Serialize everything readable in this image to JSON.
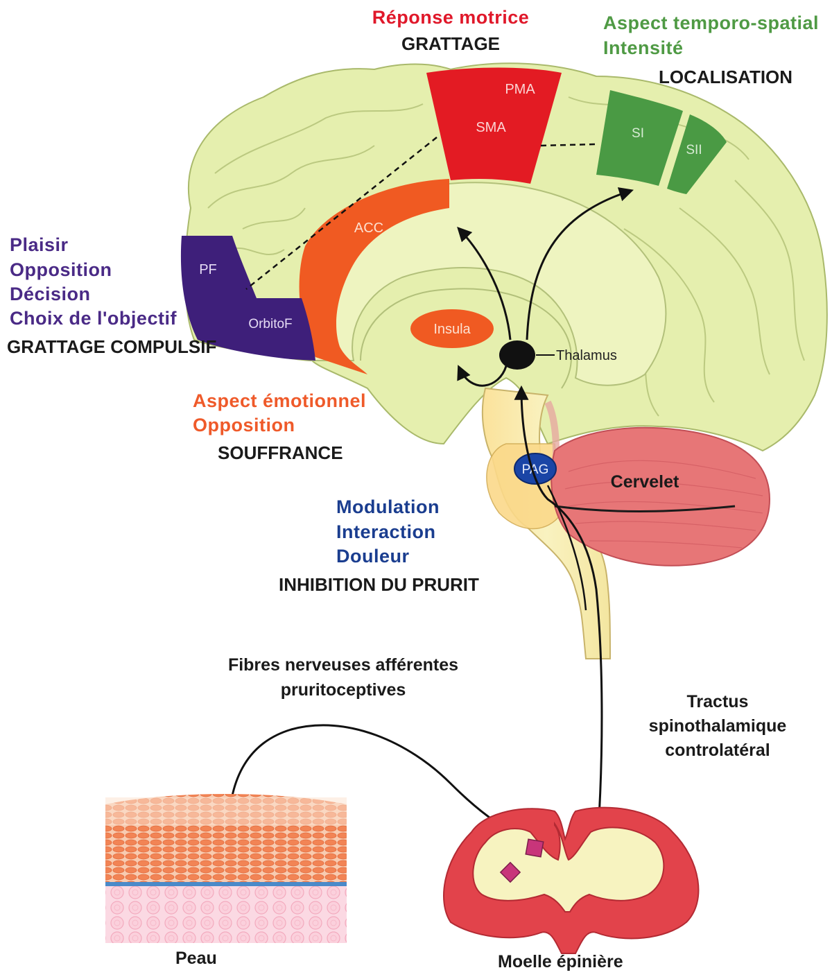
{
  "regions": {
    "pma": "PMA",
    "sma": "SMA",
    "si": "SI",
    "sii": "SII",
    "acc": "ACC",
    "pf": "PF",
    "orbitof": "OrbitoF",
    "insula": "Insula",
    "thalamus": "Thalamus",
    "pag": "PAG",
    "cervelet": "Cervelet"
  },
  "labels": {
    "motor": {
      "line1": "Réponse motrice",
      "line2": "GRATTAGE"
    },
    "somato": {
      "line1": "Aspect temporo-spatial",
      "line2": "Intensité",
      "line3": "LOCALISATION"
    },
    "prefrontal": {
      "line1": "Plaisir",
      "line2": "Opposition",
      "line3": "Décision",
      "line4": "Choix de l'objectif",
      "line5": "GRATTAGE COMPULSIF"
    },
    "emotional": {
      "line1": "Aspect émotionnel",
      "line2": "Opposition",
      "line3": "SOUFFRANCE"
    },
    "modulation": {
      "line1": "Modulation",
      "line2": "Interaction",
      "line3": "Douleur",
      "line4": "INHIBITION DU PRURIT"
    },
    "fibres": {
      "line1": "Fibres nerveuses afférentes",
      "line2": "pruritoceptives"
    },
    "tractus": {
      "line1": "Tractus",
      "line2": "spinothalamique",
      "line3": "controlatéral"
    },
    "peau": "Peau",
    "moelle": "Moelle épinière"
  },
  "colors": {
    "brain": "#e6efb0",
    "brain_stroke": "#a8b86a",
    "motor": "#e31b23",
    "somato": "#4a9a44",
    "acc": "#f05a22",
    "prefrontal": "#3e1f7a",
    "pag": "#1a45a6",
    "cerebellum": "#e06b6b",
    "spinal_outer": "#e2434b",
    "spinal_inner": "#f7f3c0"
  }
}
